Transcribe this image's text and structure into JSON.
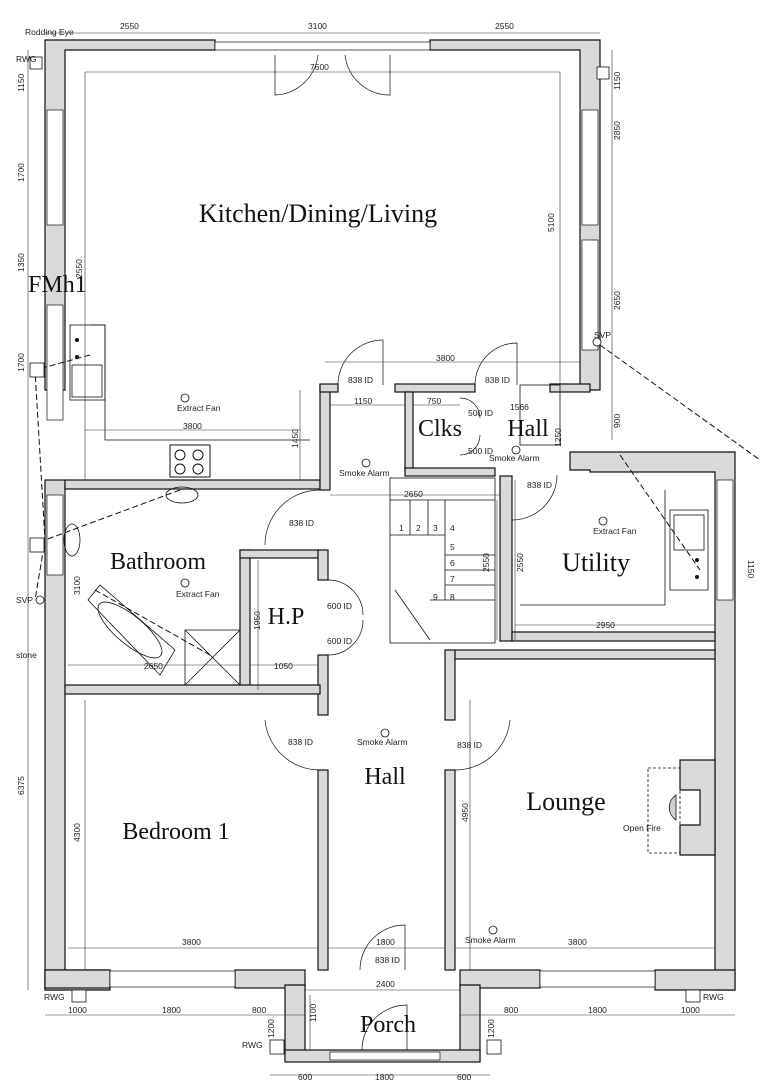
{
  "rooms": {
    "kitchen": "Kitchen/Dining/Living",
    "bathroom": "Bathroom",
    "hp": "H.P",
    "clks": "Clks",
    "hall_upper": "Hall",
    "utility": "Utility",
    "hall_lower": "Hall",
    "bedroom1": "Bedroom 1",
    "lounge": "Lounge",
    "porch": "Porch",
    "fmh1": "FMh1"
  },
  "labels": {
    "rodding_eye": "Rodding Eye",
    "rwg_tl": "RWG",
    "rwg_bl": "RWG",
    "rwg_br": "RWG",
    "rwg_porch": "RWG",
    "svp_left": "SVP",
    "svp_right": "SVP",
    "stone": "stone",
    "extract_fan_kitchen": "Extract Fan",
    "extract_fan_bathroom": "Extract Fan",
    "extract_fan_utility": "Extract Fan",
    "smoke_alarm_hall_upper": "Smoke Alarm",
    "smoke_alarm_clks": "Smoke Alarm",
    "smoke_alarm_hall_lower": "Smoke Alarm",
    "smoke_alarm_lounge": "Smoke Alarm",
    "open_fire": "Open Fire",
    "stairs": [
      "1",
      "2",
      "3",
      "4",
      "5",
      "6",
      "7",
      "8",
      "9"
    ]
  },
  "doors": {
    "kitchen_left": "838 ID",
    "kitchen_right": "838 ID",
    "clks_top": "500 ID",
    "clks_bottom": "500 ID",
    "utility": "838 ID",
    "bathroom": "838 ID",
    "hp_top": "600 ID",
    "hp_bottom": "600 ID",
    "bedroom": "838 ID",
    "lounge": "838 ID",
    "front": "838 ID"
  },
  "dimensions": {
    "top_left": "2550",
    "top_mid": "3100",
    "top_right": "2550",
    "kitchen_width": "7600",
    "kitchen_height": "5100",
    "left_1150": "1150",
    "left_1700": "1700",
    "left_1350": "1350",
    "left_1700b": "1700",
    "left_2550": "2550",
    "left_3100": "3100",
    "left_6375": "6375",
    "right_1150": "1150",
    "right_2850": "2850",
    "right_2650": "2650",
    "right_900": "900",
    "sink_zone_3800": "3800",
    "hob_1450": "1450",
    "kitchen_lower_3800": "3800",
    "hall_1150": "1150",
    "clks_750": "750",
    "clks_1566": "1566",
    "clks_1250": "1250",
    "hall_2650": "2650",
    "stairs_2550": "2550",
    "utility_2550": "2550",
    "utility_2950": "2950",
    "bathroom_2650": "2650",
    "hp_1950": "1950",
    "hp_1050": "1050",
    "bedroom_4300": "4300",
    "bedroom_3800": "3800",
    "lounge_4950": "4950",
    "lounge_3800": "3800",
    "hall_1800": "1800",
    "porch_2400": "2400",
    "porch_1100": "1100",
    "porch_1200_l": "1200",
    "porch_1200_r": "1200",
    "bottom_1000_l": "1000",
    "bottom_1800_l": "1800",
    "bottom_800_l": "800",
    "bottom_800_r": "800",
    "bottom_1800_r": "1800",
    "bottom_1000_r": "1000",
    "bottom_600_l": "600",
    "bottom_1800_mid": "1800",
    "bottom_600_r": "600",
    "right_edge_1150": "1150"
  }
}
